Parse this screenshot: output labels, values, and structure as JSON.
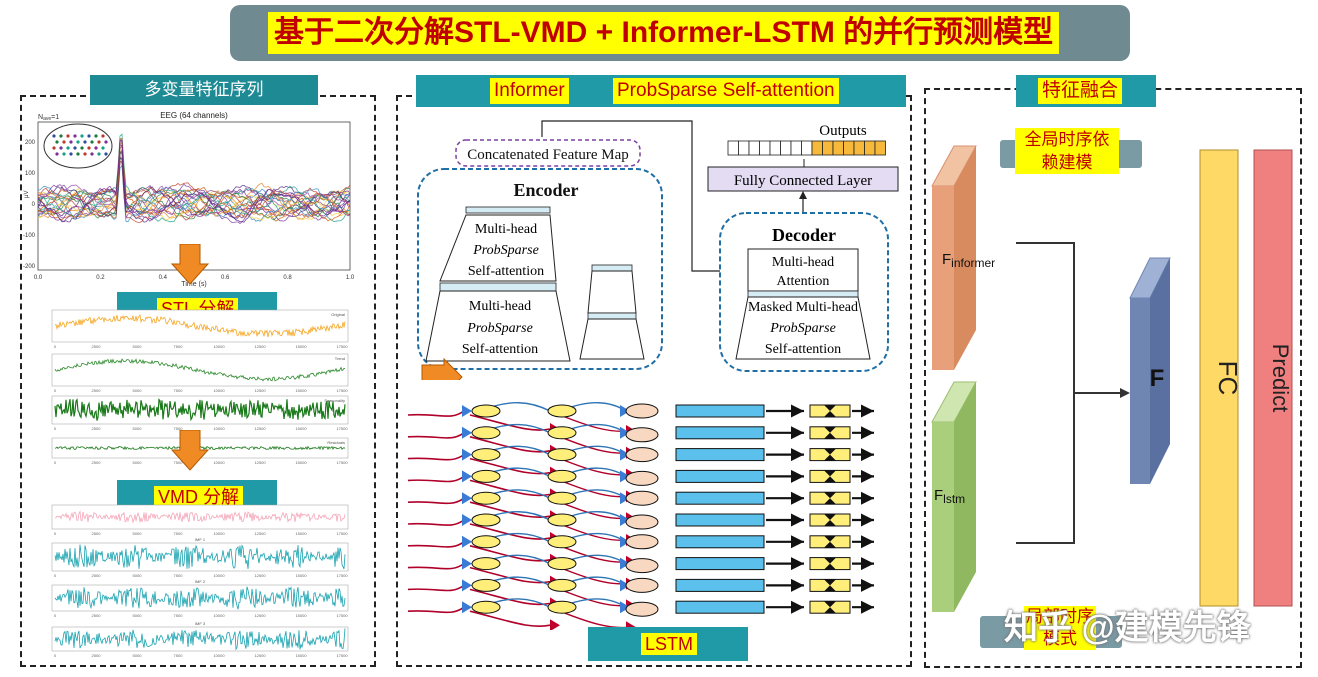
{
  "title": "基于二次分解STL-VMD + Informer-LSTM 的并行预测模型",
  "left_panel": {
    "tag": "多变量特征序列",
    "eeg": {
      "corner": "N",
      "corner_sub": "ave",
      "corner_suffix": "=1",
      "title": "EEG (64 channels)",
      "ylabel": "μV",
      "xlabel": "Time (s)",
      "yticks": [
        "200",
        "100",
        "0",
        "-100",
        "-200"
      ],
      "xticks": [
        "0.0",
        "0.2",
        "0.4",
        "0.6",
        "0.8",
        "1.0"
      ]
    },
    "stl_label": "STL 分解",
    "vmd_label": "VMD 分解",
    "stl_legends": [
      "Original",
      "Trend",
      "Seasonality",
      "Residuals"
    ],
    "vmd_titles": [
      "IMF 1",
      "IMF 2",
      "IMF 3"
    ],
    "small_xticks": [
      "0",
      "2500",
      "5000",
      "7500",
      "10000",
      "12500",
      "15000",
      "17500"
    ]
  },
  "middle_panel": {
    "tag_informer": "Informer",
    "tag_probsparse": "ProbSparse Self-attention",
    "concat": "Concatenated Feature Map",
    "outputs": "Outputs",
    "fc_layer": "Fully Connected Layer",
    "encoder": "Encoder",
    "decoder": "Decoder",
    "enc_block_1": [
      "Multi-head",
      "ProbSparse",
      "Self-attention"
    ],
    "enc_block_2": [
      "Multi-head",
      "ProbSparse",
      "Self-attention"
    ],
    "dec_attention": [
      "Multi-head",
      "Attention"
    ],
    "dec_masked": [
      "Masked Multi-head",
      "ProbSparse",
      "Self-attention"
    ],
    "lstm_label": "LSTM"
  },
  "right_panel": {
    "tag": "特征融合",
    "global_label": [
      "全局时序依",
      "赖建模"
    ],
    "local_label": [
      "局部时序",
      "模式"
    ],
    "f_informer": "F",
    "f_informer_sub": "informer",
    "f_lstm": "F",
    "f_lstm_sub": "lstm",
    "f_fused": "F",
    "fc": "FC",
    "predict": "Predict",
    "colors": {
      "informer": "#e8a07a",
      "lstm": "#a9cf7c",
      "fused": "#6f86b3",
      "fc": "#ffd966",
      "predict": "#f08080"
    }
  },
  "watermark": "知乎 @建模先锋"
}
